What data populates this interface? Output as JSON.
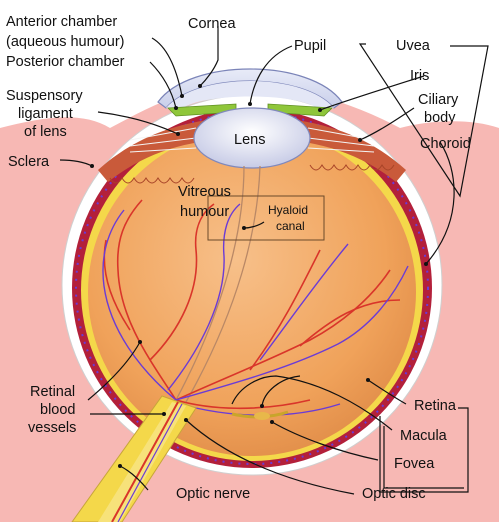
{
  "labels": {
    "cornea": "Cornea",
    "anterior_chamber_1": "Anterior chamber",
    "anterior_chamber_2": "(aqueous humour)",
    "posterior_chamber": "Posterior chamber",
    "pupil": "Pupil",
    "uvea": "Uvea",
    "iris": "Iris",
    "suspensory_1": "Suspensory",
    "suspensory_2": "ligament",
    "suspensory_3": "of lens",
    "ciliary_1": "Ciliary",
    "ciliary_2": "body",
    "lens": "Lens",
    "choroid": "Choroid",
    "sclera": "Sclera",
    "vitreous_1": "Vitreous",
    "vitreous_2": "humour",
    "hyaloid_1": "Hyaloid",
    "hyaloid_2": "canal",
    "retinal_1": "Retinal",
    "retinal_2": "blood",
    "retinal_3": "vessels",
    "retina": "Retina",
    "macula": "Macula",
    "fovea": "Fovea",
    "optic_nerve": "Optic nerve",
    "optic_disc": "Optic disc"
  },
  "colors": {
    "background_pink": "#f7b8b4",
    "sclera": "#ffffff",
    "choroid": "#b3203a",
    "retina": "#f4d84a",
    "vitreous": "#f0a25a",
    "vessel_red": "#d9352a",
    "vessel_blue": "#6b3bd6",
    "cornea": "#dfe3f5",
    "lens": "#eef0fb",
    "iris": "#8fc63a",
    "ciliary": "#c95a3a"
  }
}
